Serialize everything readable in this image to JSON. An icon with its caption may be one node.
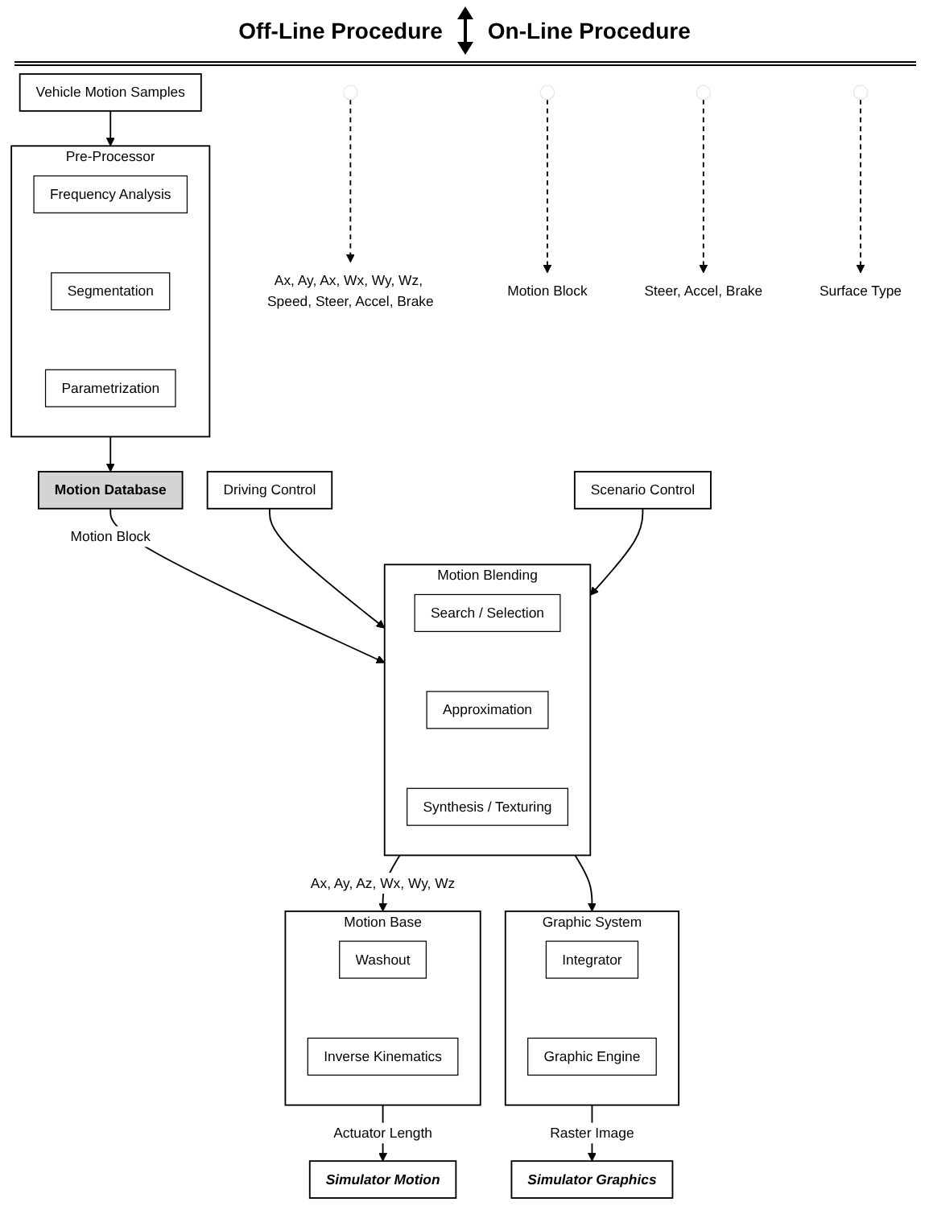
{
  "diagram": {
    "nodes": [
      {
        "text": [
          "Vehicle Motion Samples"
        ]
      },
      {
        "text": [
          "Pre-Processor"
        ]
      },
      {
        "text": [
          "Frequency Analysis"
        ],
        "in": 1
      },
      {
        "text": [
          "Segmentation"
        ],
        "in": 1
      },
      {
        "text": [
          "Parametrization"
        ],
        "in": 1
      },
      {
        "text": [
          "Motion Database"
        ]
      },
      {
        "text": [
          "Driving Control"
        ]
      },
      {
        "text": [
          "Motion Blending"
        ]
      },
      {
        "text": [
          "Search / Selection"
        ],
        "in": 7
      },
      {
        "text": [
          "Approximation"
        ],
        "in": 7
      },
      {
        "text": [
          "Synthesis / Texturing"
        ],
        "in": 7
      },
      {
        "text": [
          "Scenario Control"
        ]
      },
      {
        "text": [
          "Motion Base"
        ]
      },
      {
        "text": [
          "Washout"
        ],
        "in": 12
      },
      {
        "text": [
          "Inverse Kinematics"
        ],
        "in": 12
      },
      {
        "text": [
          "Graphic System"
        ]
      },
      {
        "text": [
          "Integrator"
        ],
        "in": 15
      },
      {
        "text": [
          "Graphic Engine"
        ],
        "in": 15
      },
      {
        "text": [
          "Simulator Motion"
        ]
      },
      {
        "text": [
          "Simulator Graphics"
        ]
      },
      {
        "text": [
          "Ax, Ay, Ax, Wx, Wy, Wz, Speed, Steer, Accel, Brake"
        ]
      },
      {
        "text": [
          "Motion Block"
        ]
      },
      {
        "text": [
          "Steer, Accel, Brake"
        ]
      },
      {
        "text": [
          "Surface Type"
        ]
      }
    ],
    "edges": [
      {
        "from": 0,
        "to": 1,
        "arrow": "to"
      },
      {
        "from": null,
        "to": 20,
        "arrow": "to",
        "style": "dashed"
      },
      {
        "from": 1,
        "to": 5,
        "arrow": "to"
      },
      {
        "from": null,
        "to": 21,
        "arrow": "to",
        "style": "dashed"
      },
      {
        "from": 5,
        "to": 7,
        "arrow": "to",
        "label": "Motion Block"
      },
      {
        "from": 6,
        "to": 7,
        "arrow": "to"
      },
      {
        "from": null,
        "to": 22,
        "arrow": "to",
        "style": "dashed"
      },
      {
        "from": 11,
        "to": 7,
        "arrow": "to"
      },
      {
        "from": null,
        "to": 23,
        "arrow": "to",
        "style": "dashed"
      },
      {
        "from": 7,
        "to": 12,
        "arrow": "to",
        "label": "Ax, Ay, Az, Wx, Wy, Wz"
      },
      {
        "from": 7,
        "to": 15,
        "arrow": "to"
      },
      {
        "from": 12,
        "to": 18,
        "arrow": "to",
        "label": "Actuator Length"
      },
      {
        "from": 15,
        "to": 19,
        "arrow": "to",
        "label": "Raster Image"
      }
    ],
    "labels": [
      "Off-Line Procedure",
      "On-Line Procedure"
    ]
  }
}
